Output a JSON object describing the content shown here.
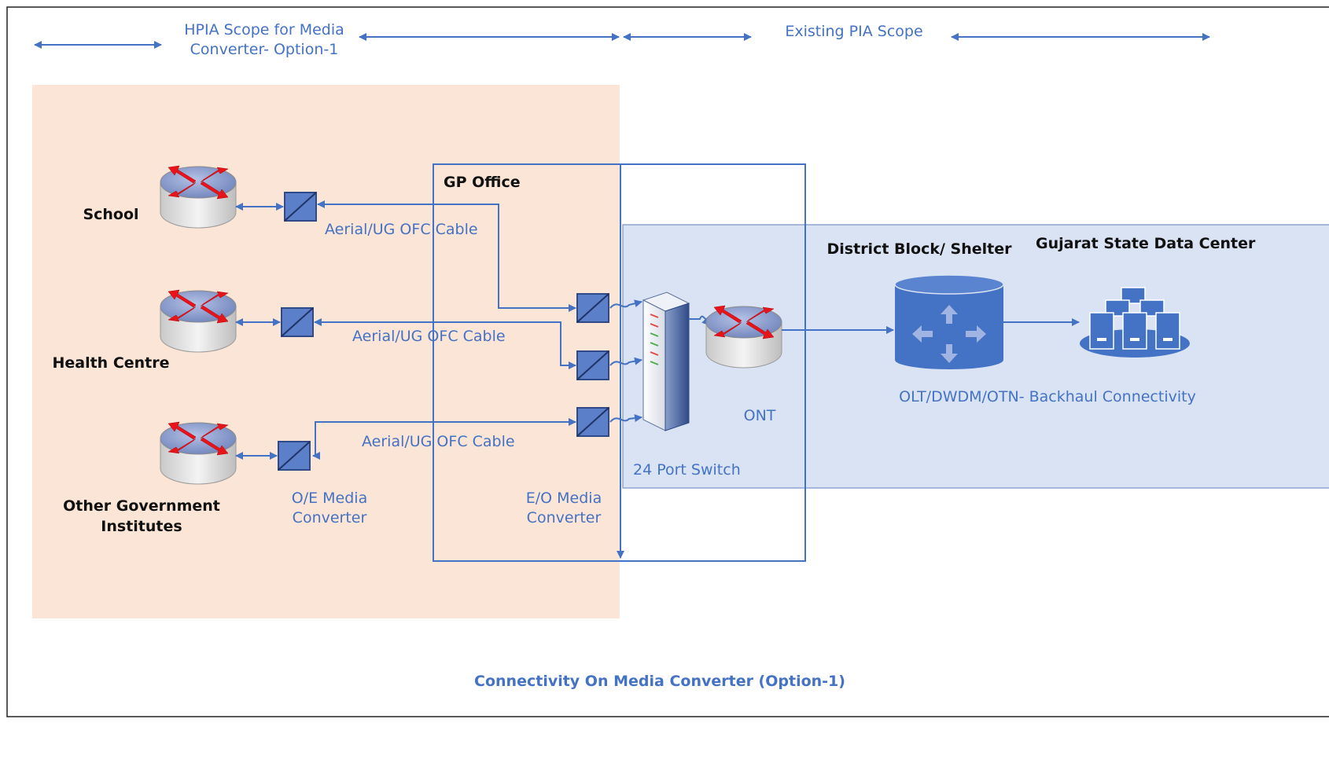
{
  "scope": {
    "hpia_line1": "HPIA Scope for Media",
    "hpia_line2": "Converter- Option-1",
    "existing": "Existing PIA Scope"
  },
  "gp_office": "GP Office",
  "sites": {
    "school": "School",
    "health": "Health Centre",
    "other_line1": "Other Government",
    "other_line2": "Institutes"
  },
  "cables": {
    "c1": "Aerial/UG OFC Cable",
    "c2": "Aerial/UG OFC Cable",
    "c3": "Aerial/UG OFC Cable"
  },
  "oe_converter": {
    "line1": "O/E Media",
    "line2": "Converter"
  },
  "eo_converter": {
    "line1": "E/O Media",
    "line2": "Converter"
  },
  "switch_label": "24 Port Switch",
  "ont_label": "ONT",
  "district_label": "District Block/ Shelter",
  "olt_label": "OLT/DWDM/OTN- Backhaul Connectivity",
  "datacenter_label": "Gujarat State Data Center",
  "caption": "Connectivity On Media Converter (Option-1)",
  "colors": {
    "line": "#4472c4",
    "hpia_zone": "#fbe5d6",
    "pia_zone": "#dae3f3",
    "router_arrow": "#e8141c",
    "converter_fill": "#5b7fc8"
  },
  "icons": [
    "router-icon",
    "media-converter-icon",
    "switch-icon",
    "olt-cylinder-icon",
    "datacenter-icon"
  ]
}
